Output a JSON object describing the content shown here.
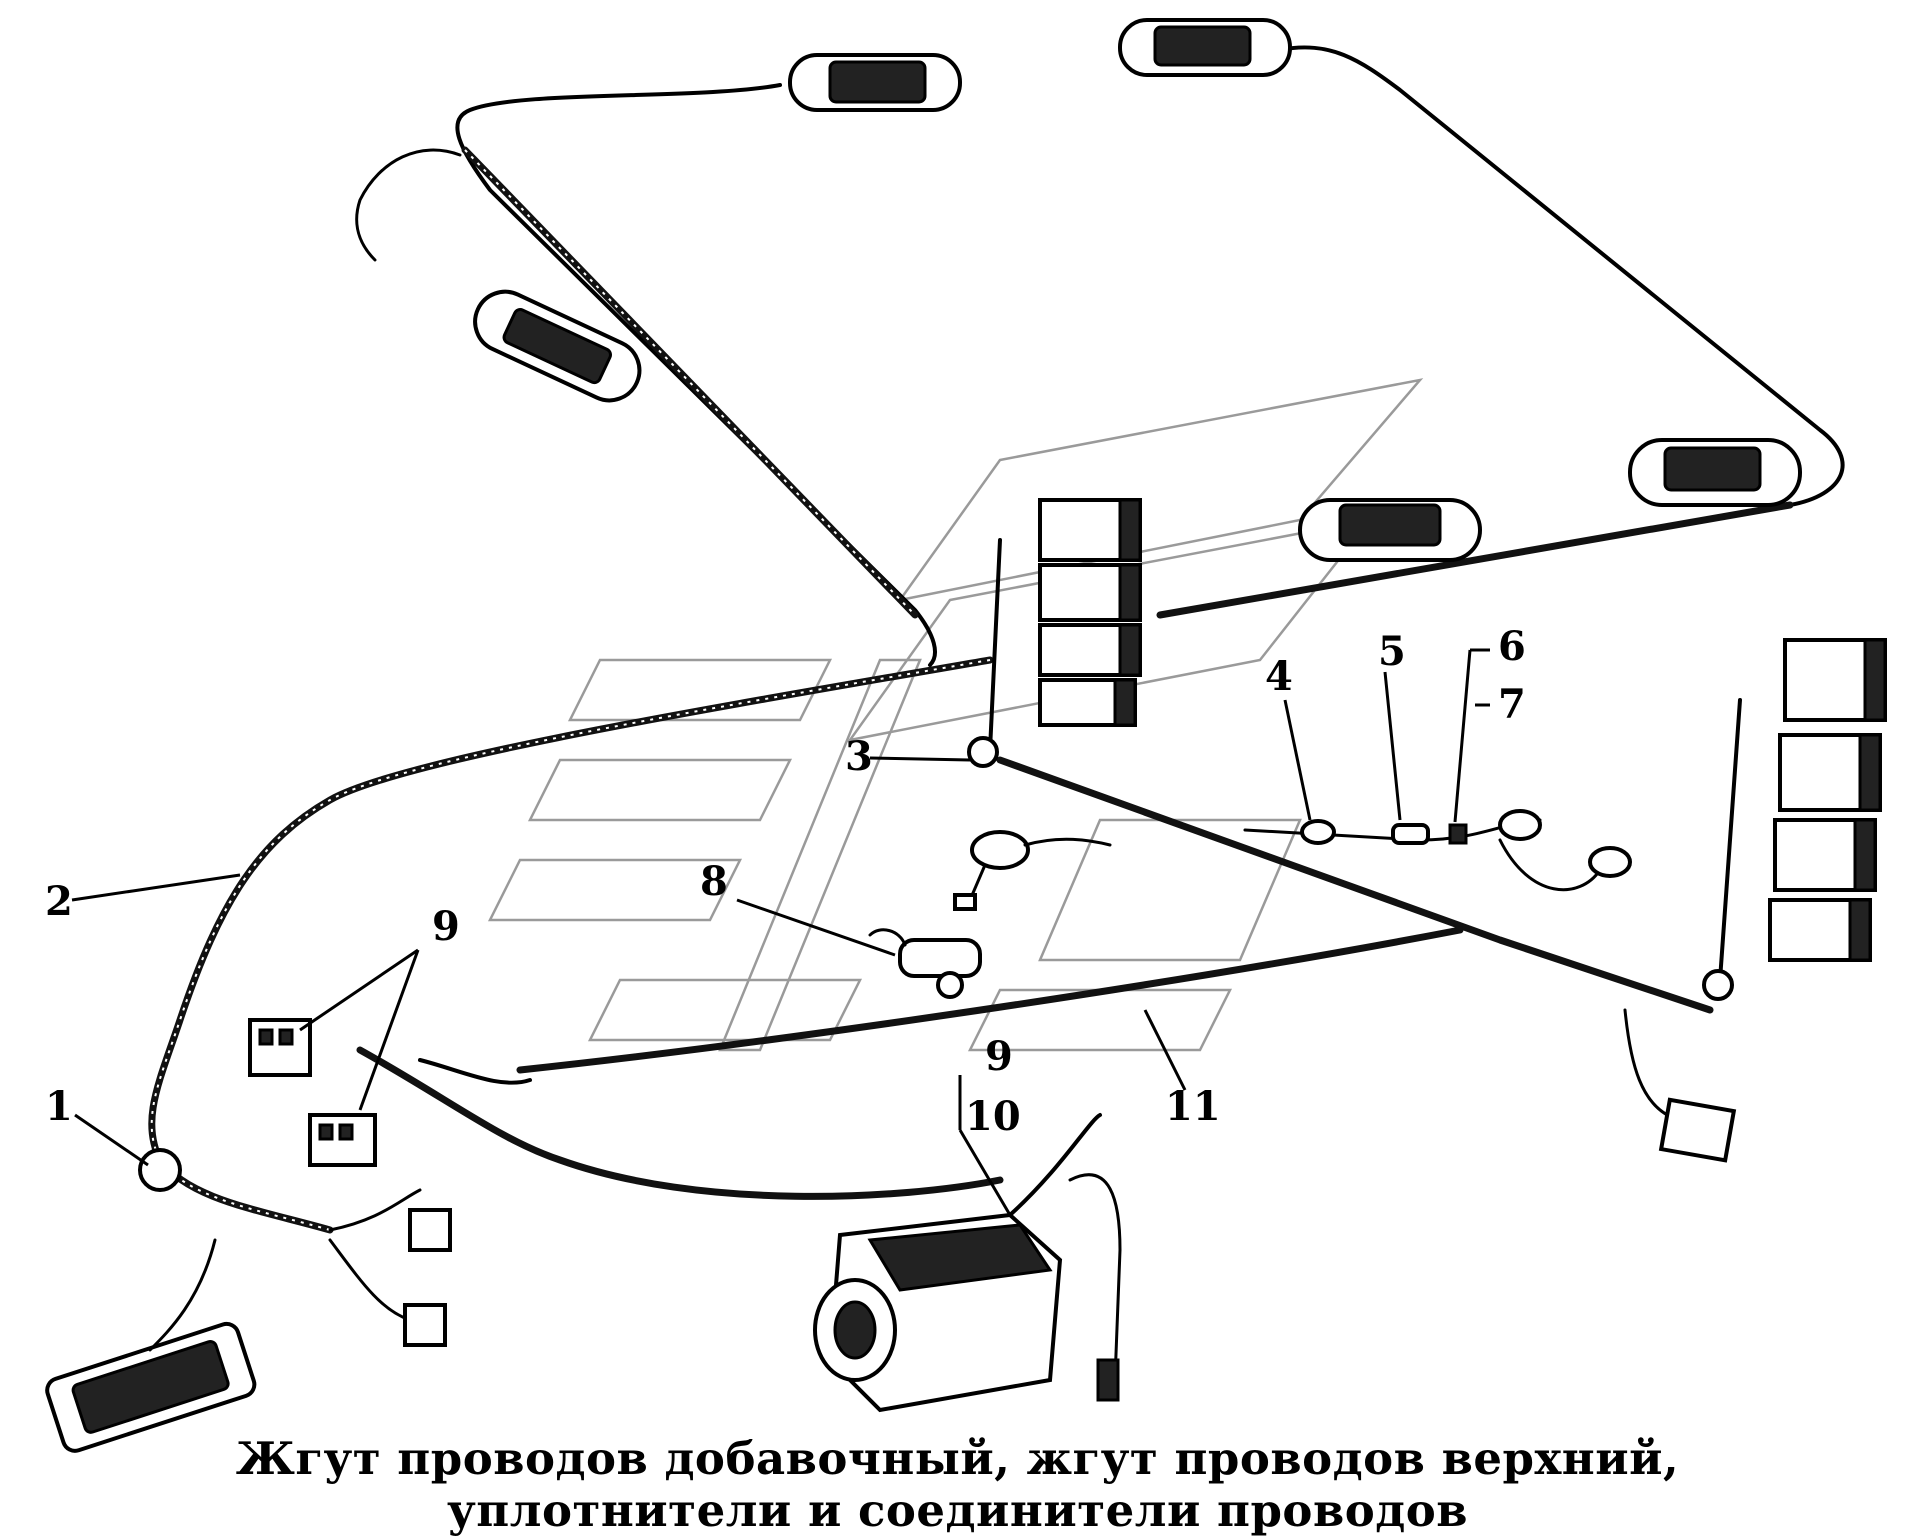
{
  "callouts": {
    "c1": "1",
    "c2": "2",
    "c3": "3",
    "c4": "4",
    "c5": "5",
    "c6": "6",
    "c7": "7",
    "c8": "8",
    "c9a": "9",
    "c9b": "9",
    "c10": "10",
    "c11": "11"
  },
  "caption": {
    "line1": "Жгут проводов добавочный, жгут проводов верхний,",
    "line2": "уплотнители и соединители проводов"
  }
}
